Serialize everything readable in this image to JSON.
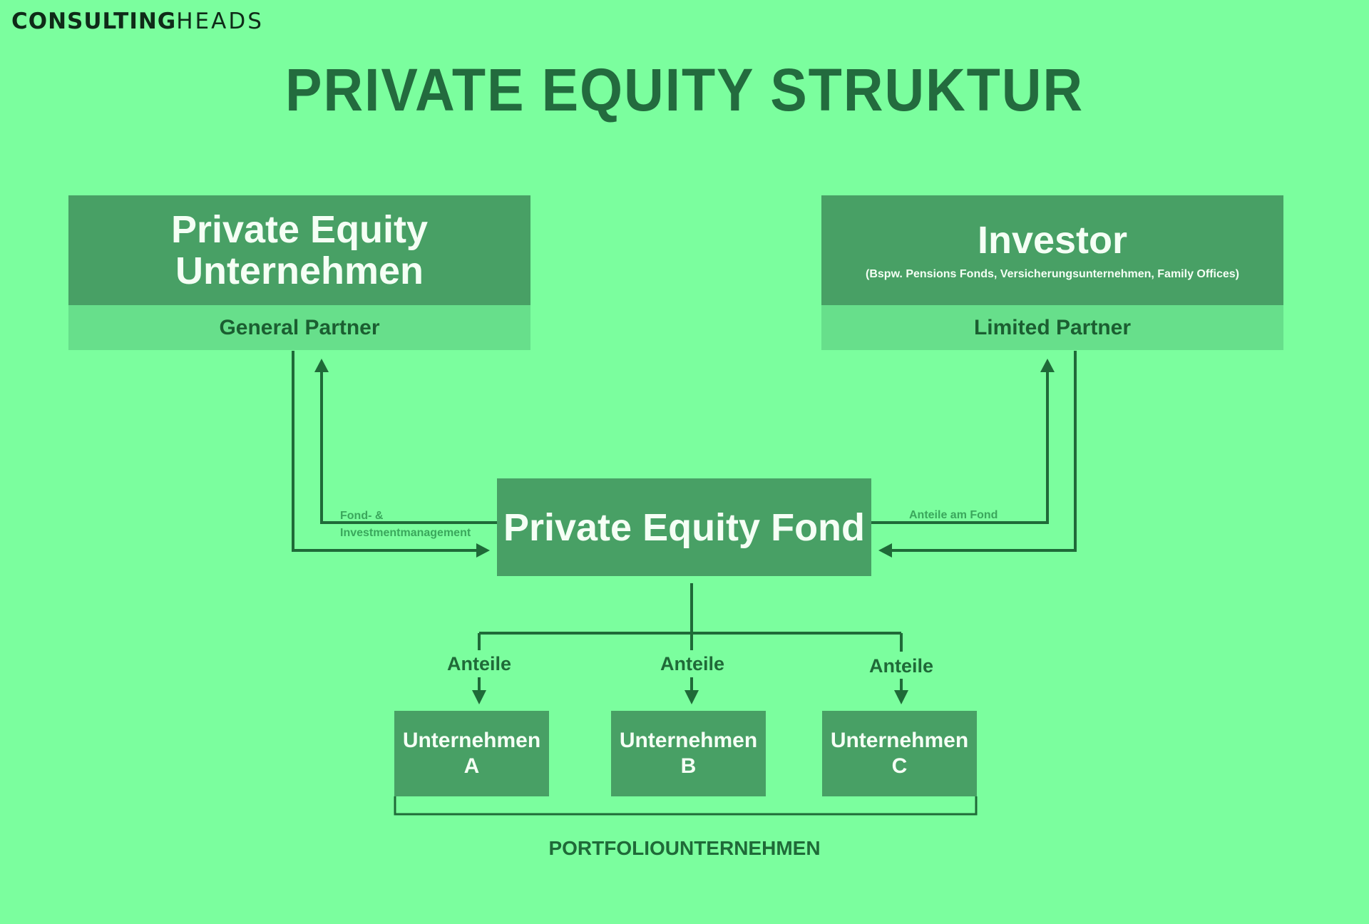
{
  "logo": {
    "bold_part": "CONSULTING",
    "thin_part": "HEADS"
  },
  "title": "PRIVATE EQUITY STRUKTUR",
  "general_partner_box": {
    "heading_line1": "Private Equity",
    "heading_line2": "Unternehmen",
    "role": "General Partner"
  },
  "investor_box": {
    "heading": "Investor",
    "subtitle": "(Bspw. Pensions Fonds, Versicherungsunternehmen, Family Offices)",
    "role": "Limited Partner"
  },
  "fund_box": {
    "label": "Private Equity Fond"
  },
  "arrow_labels": {
    "management_line1": "Fond- &",
    "management_line2": "Investmentmanagement",
    "fund_shares": "Anteile am Fond"
  },
  "portfolio": {
    "share_label": "Anteile",
    "companies": [
      {
        "name": "Unternehmen",
        "letter": "A",
        "share_label": "Anteile"
      },
      {
        "name": "Unternehmen",
        "letter": "B",
        "share_label": "Anteile"
      },
      {
        "name": "Unternehmen",
        "letter": "C",
        "share_label": "Anteile"
      }
    ],
    "caption": "PORTFOLIOUNTERNEHMEN"
  },
  "colors": {
    "background": "#7bfe9e",
    "box_dark": "#48a065",
    "box_light": "#67df8b",
    "line": "#1f6a38",
    "title": "#236b3e"
  }
}
